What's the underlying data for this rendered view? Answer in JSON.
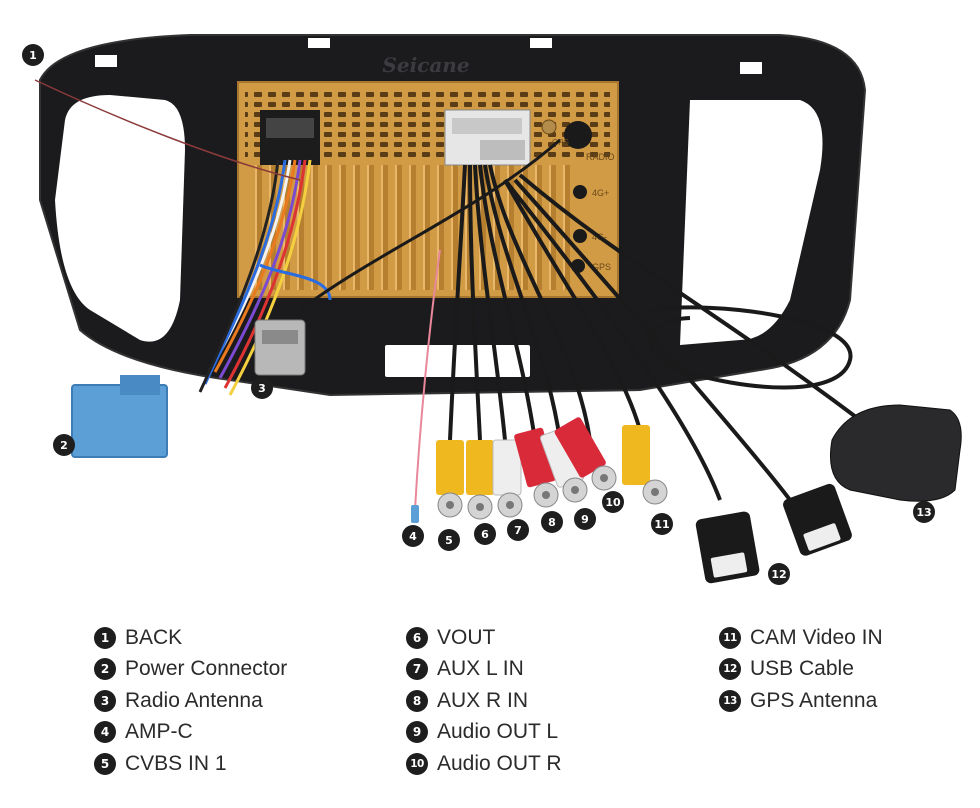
{
  "brand": "Seicane",
  "unit_labels": {
    "radio": "RADIO",
    "gps_top": "GPS",
    "port_4g_plus": "4G+",
    "port_4g_minus": "4G-",
    "gps": "GPS"
  },
  "callouts": [
    "1",
    "2",
    "3",
    "4",
    "5",
    "6",
    "7",
    "8",
    "9",
    "10",
    "11",
    "12",
    "13"
  ],
  "legend": {
    "col1": [
      {
        "num": "1",
        "label": "BACK"
      },
      {
        "num": "2",
        "label": "Power Connector"
      },
      {
        "num": "3",
        "label": "Radio Antenna"
      },
      {
        "num": "4",
        "label": "AMP-C"
      },
      {
        "num": "5",
        "label": "CVBS IN 1"
      }
    ],
    "col2": [
      {
        "num": "6",
        "label": "VOUT"
      },
      {
        "num": "7",
        "label": "AUX L IN"
      },
      {
        "num": "8",
        "label": "AUX R IN"
      },
      {
        "num": "9",
        "label": "Audio OUT L"
      },
      {
        "num": "10",
        "label": "Audio OUT R"
      }
    ],
    "col3": [
      {
        "num": "11",
        "label": "CAM Video IN"
      },
      {
        "num": "12",
        "label": "USB Cable"
      },
      {
        "num": "13",
        "label": "GPS Antenna"
      }
    ]
  },
  "colors": {
    "frame": "#1b1b1e",
    "unit_body": "#d19a45",
    "connector_blue": "#5b9fd6",
    "rca_yellow": "#f0b81f",
    "rca_red": "#d92a3a",
    "rca_white": "#eeeeee",
    "cable": "#1a1a1a",
    "badge": "#1e1e1e"
  }
}
